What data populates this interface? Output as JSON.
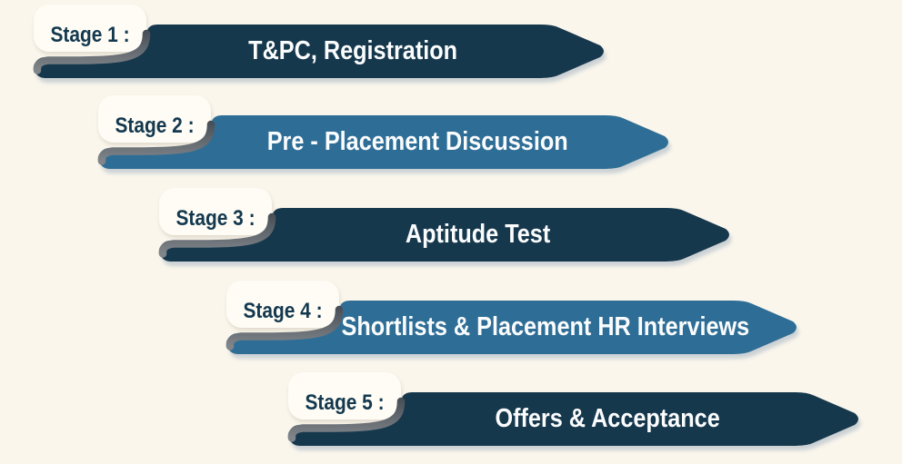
{
  "diagram": {
    "type": "staged-process-ribbons",
    "background_color": "#faf6ec",
    "tab_color": "#fefcf5",
    "label_text_color": "#14394f",
    "title_text_color": "#fbfcfd",
    "fold_band_colors": [
      "#3f474f",
      "#80858a"
    ],
    "shadow_color": "#c6cdd2"
  },
  "stages": [
    {
      "label": "Stage 1 :",
      "title": "T&PC, Registration",
      "color": "#15374e"
    },
    {
      "label": "Stage 2 :",
      "title": "Pre - Placement Discussion",
      "color": "#2e6e96"
    },
    {
      "label": "Stage 3 :",
      "title": "Aptitude Test",
      "color": "#15374e"
    },
    {
      "label": "Stage 4 :",
      "title": "Shortlists & Placement HR Interviews",
      "color": "#2e6e96"
    },
    {
      "label": "Stage 5 :",
      "title": "Offers & Acceptance",
      "color": "#15374e"
    }
  ]
}
